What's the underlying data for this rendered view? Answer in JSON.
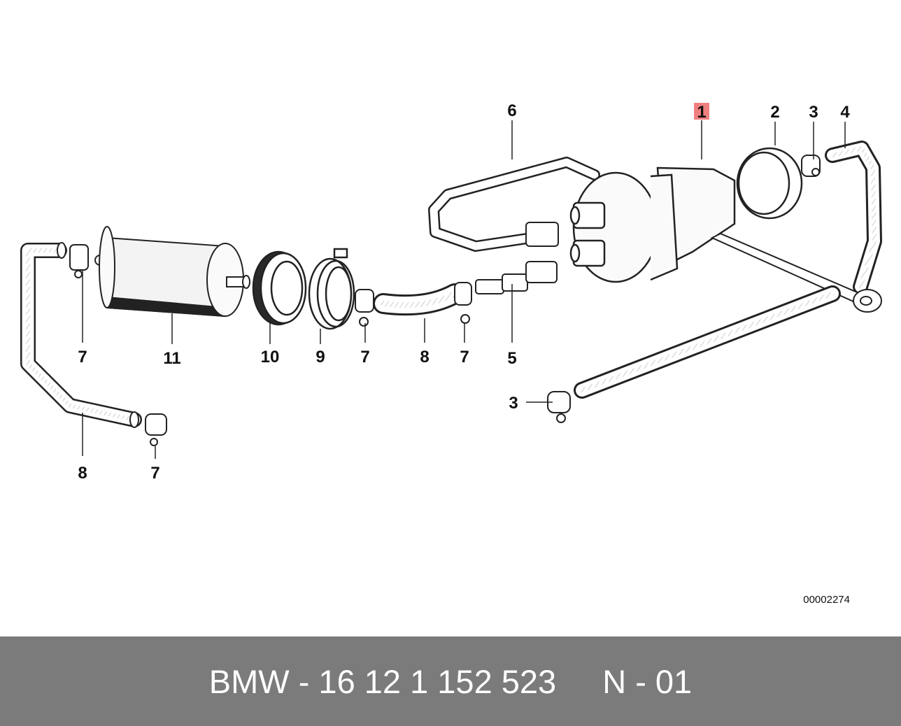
{
  "diagram": {
    "callouts": [
      "1",
      "2",
      "3",
      "4",
      "5",
      "6",
      "7",
      "8",
      "9",
      "10",
      "11",
      "3",
      "7",
      "7",
      "7",
      "8",
      "7"
    ],
    "highlight_color": "#f08080",
    "reference_number": "00002274"
  },
  "footer": {
    "part_number": "BMW - 16 12 1 152 523",
    "page_code": "N - 01"
  }
}
